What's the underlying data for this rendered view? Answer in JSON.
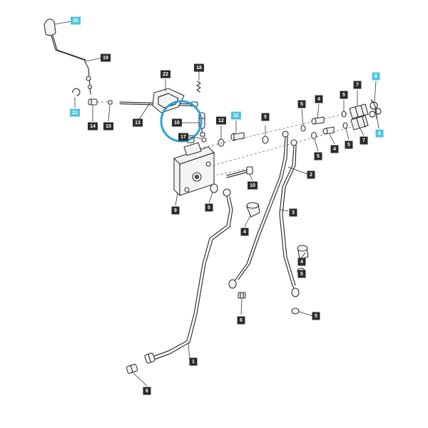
{
  "colors": {
    "label_default": "#2b2b2b",
    "label_highlight": "#4ec5de",
    "ring": "#2aa3d9"
  },
  "callouts": [
    {
      "id": "c1",
      "text": "20",
      "highlight": true
    },
    {
      "id": "c2",
      "text": "19",
      "highlight": false
    },
    {
      "id": "c3",
      "text": "22",
      "highlight": false
    },
    {
      "id": "c4",
      "text": "18",
      "highlight": false
    },
    {
      "id": "c5",
      "text": "21",
      "highlight": true
    },
    {
      "id": "c6",
      "text": "14",
      "highlight": false
    },
    {
      "id": "c7",
      "text": "15",
      "highlight": false
    },
    {
      "id": "c8",
      "text": "13",
      "highlight": false
    },
    {
      "id": "c9",
      "text": "16",
      "highlight": false
    },
    {
      "id": "c10",
      "text": "12",
      "highlight": false
    },
    {
      "id": "c11",
      "text": "11",
      "highlight": true
    },
    {
      "id": "c12",
      "text": "17",
      "highlight": false
    },
    {
      "id": "c13",
      "text": "5",
      "highlight": false
    },
    {
      "id": "c14",
      "text": "5",
      "highlight": false
    },
    {
      "id": "c15",
      "text": "4",
      "highlight": false
    },
    {
      "id": "c16",
      "text": "5",
      "highlight": false
    },
    {
      "id": "c17",
      "text": "7",
      "highlight": false
    },
    {
      "id": "c18",
      "text": "8",
      "highlight": true
    },
    {
      "id": "c19",
      "text": "8",
      "highlight": true
    },
    {
      "id": "c20",
      "text": "7",
      "highlight": false
    },
    {
      "id": "c21",
      "text": "5",
      "highlight": false
    },
    {
      "id": "c22",
      "text": "4",
      "highlight": false
    },
    {
      "id": "c23",
      "text": "5",
      "highlight": false
    },
    {
      "id": "c24",
      "text": "2",
      "highlight": false
    },
    {
      "id": "c25",
      "text": "10",
      "highlight": false
    },
    {
      "id": "c26",
      "text": "9",
      "highlight": false
    },
    {
      "id": "c27",
      "text": "5",
      "highlight": false
    },
    {
      "id": "c28",
      "text": "3",
      "highlight": false
    },
    {
      "id": "c29",
      "text": "4",
      "highlight": false
    },
    {
      "id": "c30",
      "text": "4",
      "highlight": false
    },
    {
      "id": "c31",
      "text": "5",
      "highlight": false
    },
    {
      "id": "c32",
      "text": "6",
      "highlight": false
    },
    {
      "id": "c33",
      "text": "5",
      "highlight": false
    },
    {
      "id": "c34",
      "text": "1",
      "highlight": false
    },
    {
      "id": "c35",
      "text": "6",
      "highlight": false
    }
  ]
}
